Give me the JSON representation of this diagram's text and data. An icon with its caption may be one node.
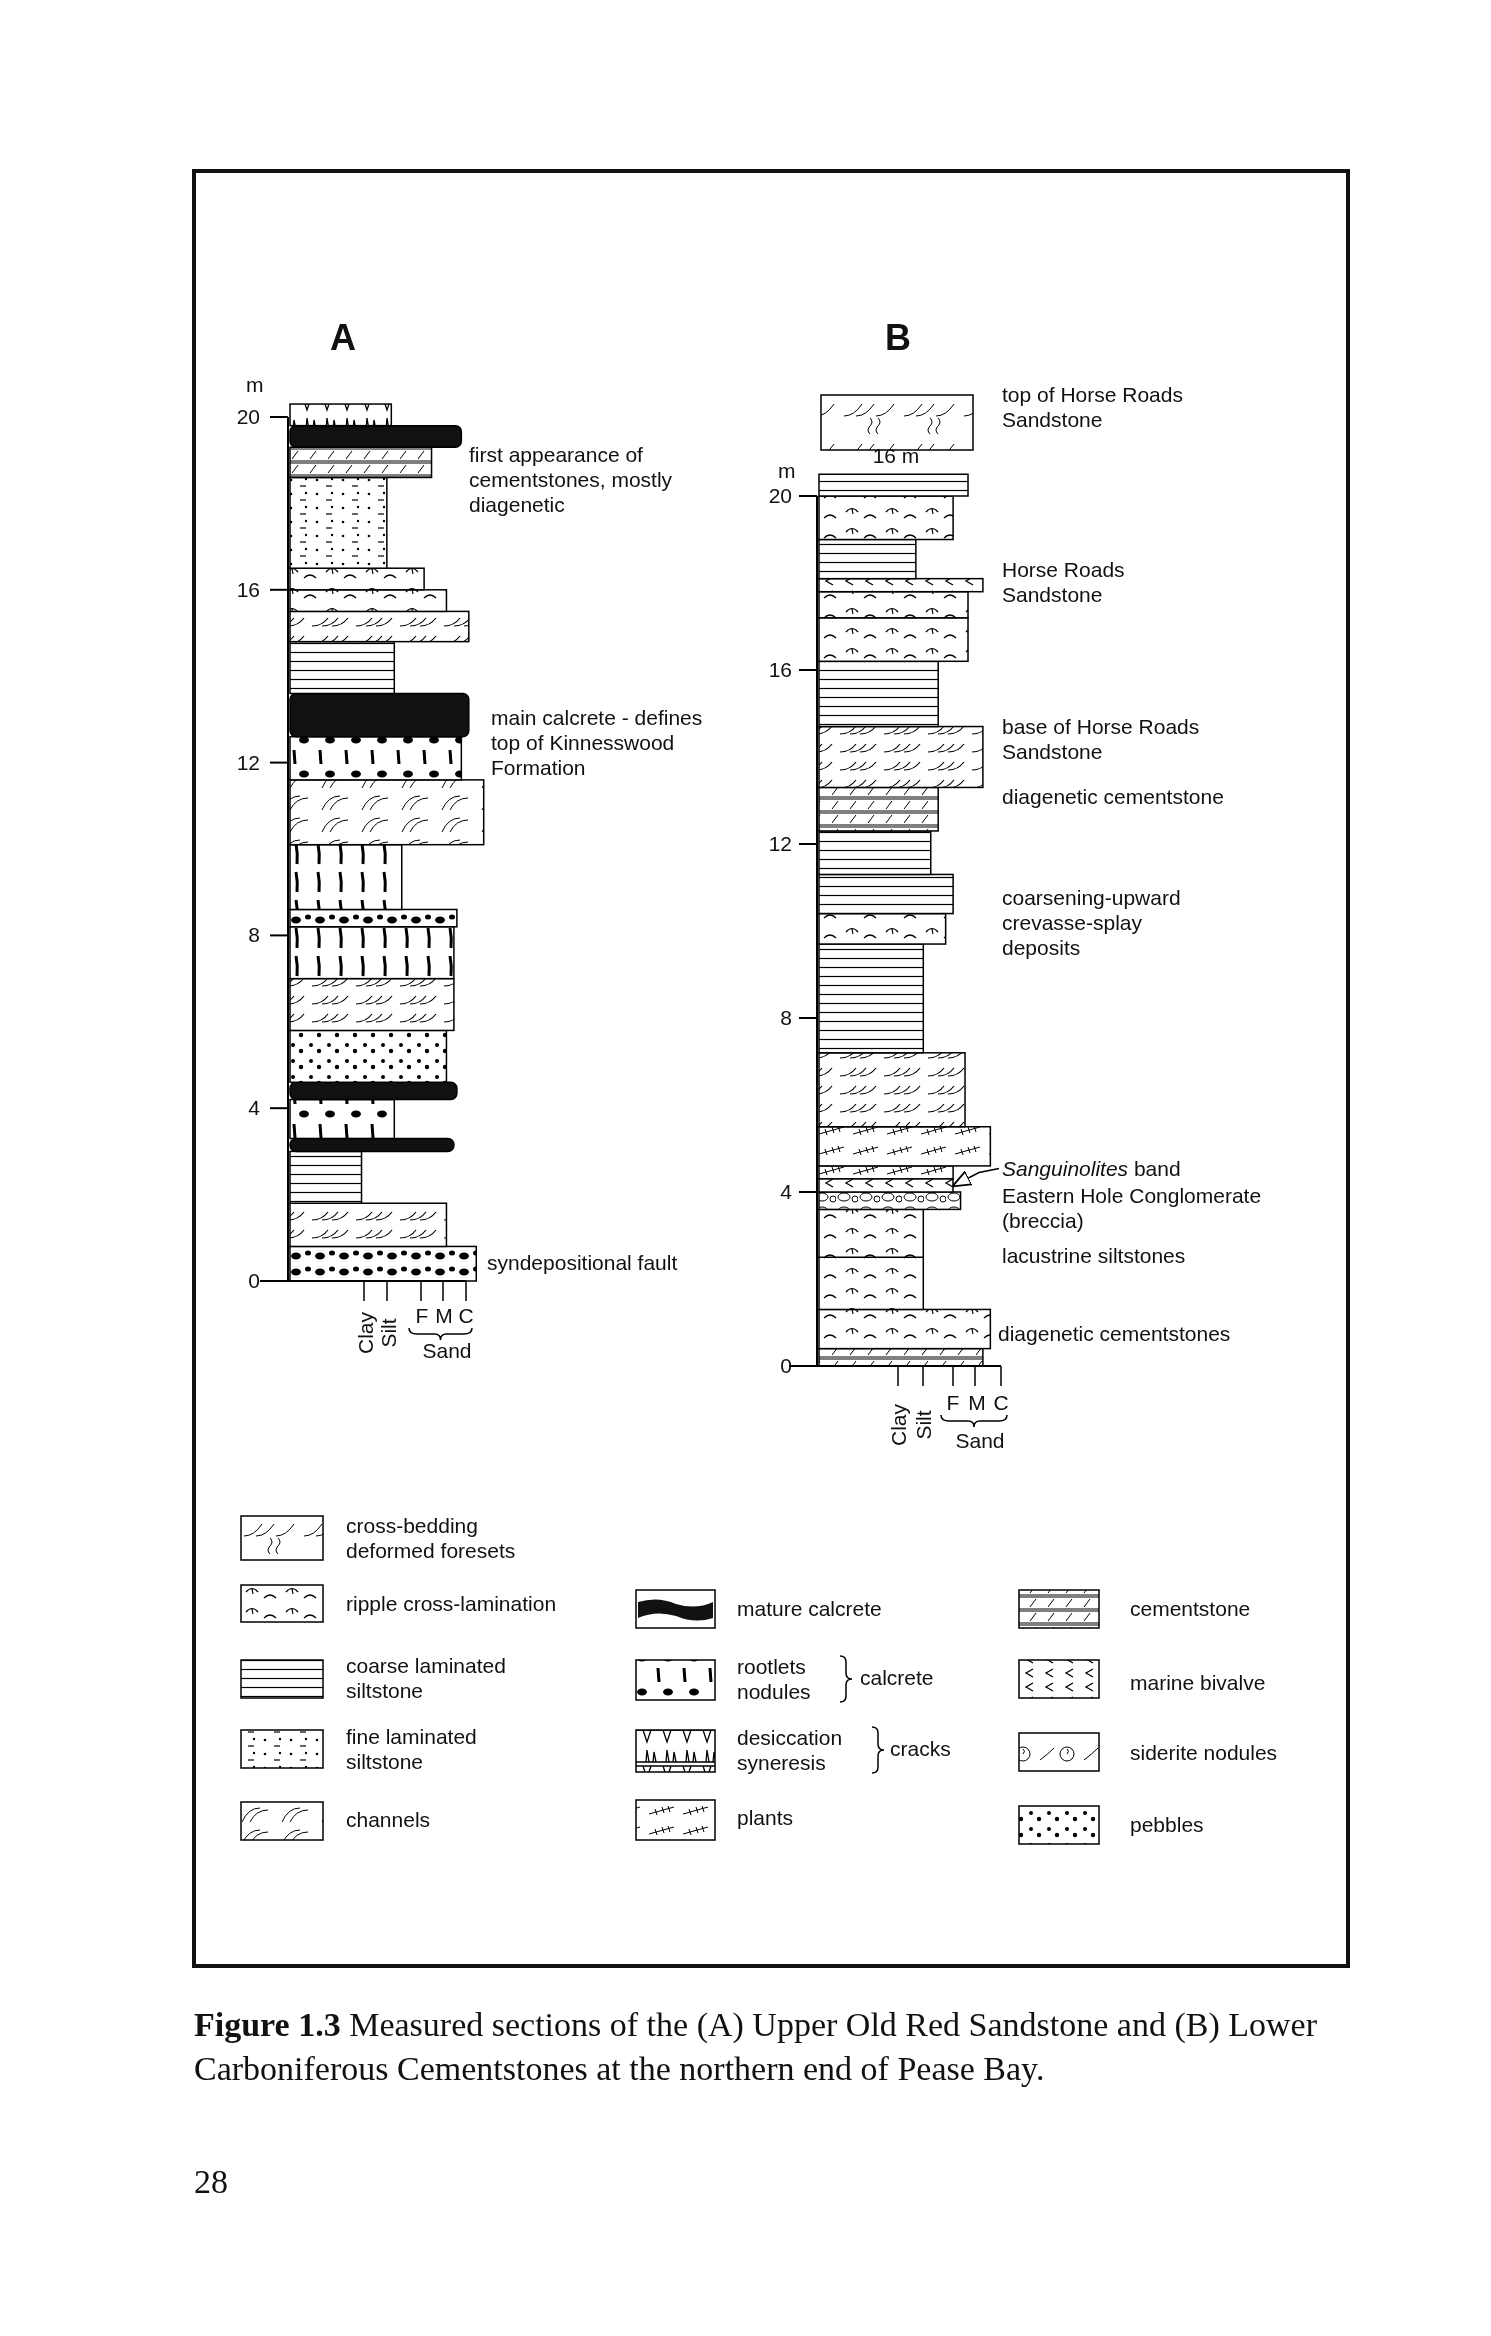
{
  "diagram": {
    "caption": "**Figure 1.3** Measured sections of the (A) Upper Old Red Sandstone and (B) Lower Carboniferous Cementstones at the northern end of Pease Bay.",
    "nodes": [
      {
        "text": [
          "*Sanguinolites* band"
        ]
      },
      {
        "text": [],
        "shape": "bar"
      }
    ],
    "edges": [
      {
        "from": 0,
        "to": 1,
        "arrow": "to"
      }
    ],
    "labels": [
      "A",
      "B",
      "m",
      "20",
      "16",
      "12",
      "8",
      "4",
      "0",
      "first appearance of cementstones, mostly diagenetic",
      "main calcrete - defines top of Kinnesswood Formation",
      "syndepositional fault",
      "Clay",
      "Silt",
      "F",
      "M",
      "C",
      "Sand",
      "top of Horse Roads Sandstone",
      "16 m",
      "m",
      "20",
      "16",
      "12",
      "8",
      "4",
      "0",
      "Horse Roads Sandstone",
      "base of Horse Roads Sandstone",
      "diagenetic cementstone",
      "coarsening-upward crevasse-splay deposits",
      "Eastern Hole Conglomerate (breccia)",
      "lacustrine siltstones",
      "diagenetic cementstones",
      "Clay",
      "Silt",
      "F",
      "M",
      "C",
      "Sand",
      "calcrete",
      "cracks",
      "28"
    ],
    "legend": [
      {
        "text": "cross-bedding"
      },
      {
        "text": "deformed foresets"
      },
      {
        "text": "ripple cross-lamination"
      },
      {
        "text": "coarse laminated siltstone"
      },
      {
        "text": "fine laminated siltstone"
      },
      {
        "text": "channels"
      },
      {
        "text": "mature calcrete"
      },
      {
        "text": "rootlets"
      },
      {
        "text": "nodules"
      },
      {
        "text": "desiccation"
      },
      {
        "text": "syneresis"
      },
      {
        "text": "plants"
      },
      {
        "text": "cementstone"
      },
      {
        "text": "marine bivalve"
      },
      {
        "text": "siderite nodules"
      },
      {
        "text": "pebbles"
      }
    ]
  }
}
